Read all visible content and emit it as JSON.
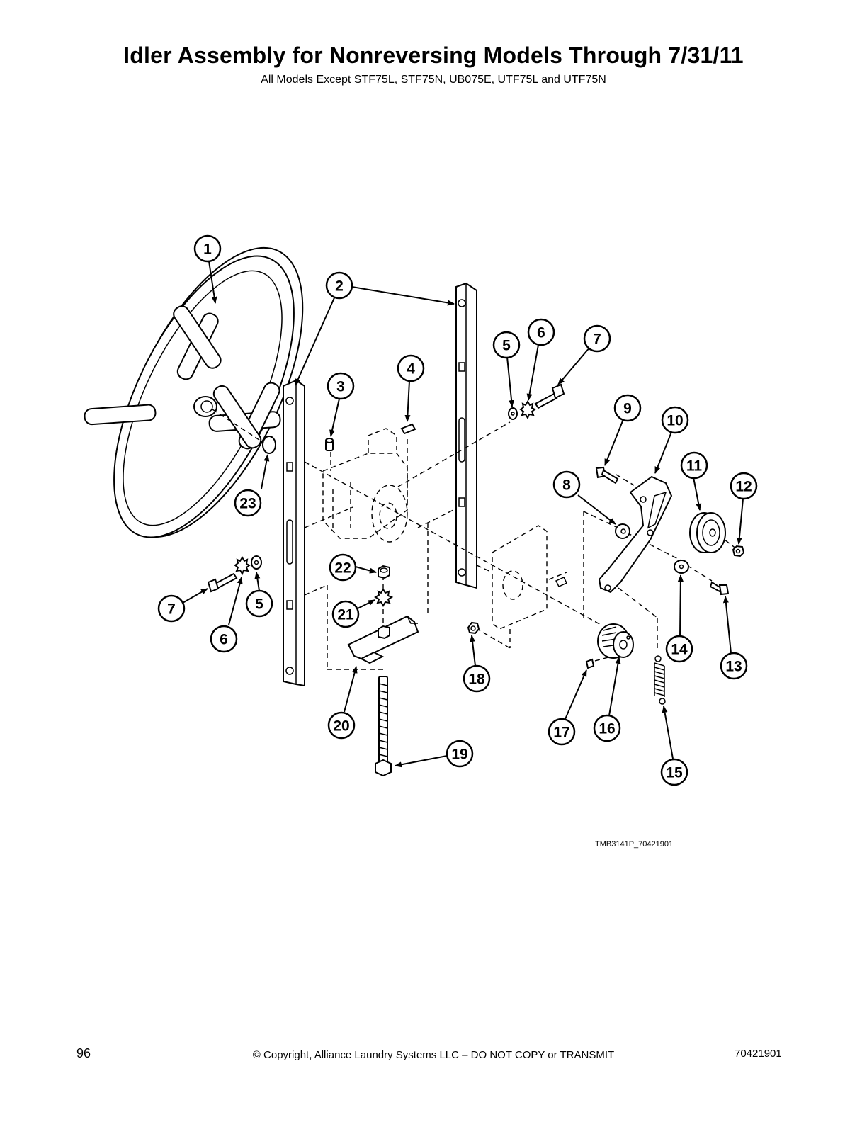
{
  "title": "Idler Assembly for Nonreversing Models Through 7/31/11",
  "subtitle": "All Models Except STF75L, STF75N, UB075E, UTF75L and UTF75N",
  "drawing_id": "TMB3141P_70421901",
  "footer": {
    "page_number": "96",
    "copyright": "© Copyright, Alliance Laundry Systems LLC – DO NOT COPY or TRANSMIT",
    "doc_number": "70421901"
  },
  "callouts": {
    "c1": "1",
    "c2": "2",
    "c3": "3",
    "c4": "4",
    "c5a": "5",
    "c6a": "6",
    "c7a": "7",
    "c5b": "5",
    "c6b": "6",
    "c7b": "7",
    "c8": "8",
    "c9": "9",
    "c10": "10",
    "c11": "11",
    "c12": "12",
    "c13": "13",
    "c14": "14",
    "c15": "15",
    "c16": "16",
    "c17": "17",
    "c18": "18",
    "c19": "19",
    "c20": "20",
    "c21": "21",
    "c22": "22",
    "c23": "23"
  }
}
